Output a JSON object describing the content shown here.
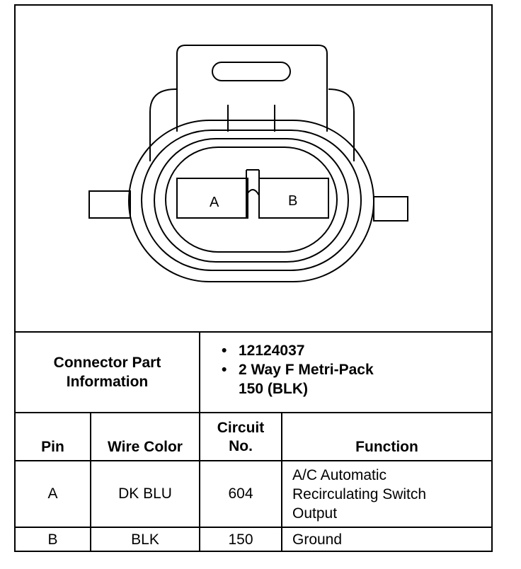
{
  "diagram": {
    "pin_labels": [
      "A",
      "B"
    ]
  },
  "connector_info": {
    "label_line1": "Connector Part",
    "label_line2": "Information",
    "items": [
      {
        "text": "12124037"
      },
      {
        "text": "2 Way F Metri-Pack",
        "text2": "150 (BLK)"
      }
    ]
  },
  "table": {
    "headers": {
      "pin": "Pin",
      "wire_color": "Wire Color",
      "circuit_line1": "Circuit",
      "circuit_line2": "No.",
      "function": "Function"
    },
    "rows": [
      {
        "pin": "A",
        "wire_color": "DK BLU",
        "circuit": "604",
        "function_lines": [
          "A/C Automatic",
          "Recirculating Switch",
          "Output"
        ]
      },
      {
        "pin": "B",
        "wire_color": "BLK",
        "circuit": "150",
        "function_lines": [
          "Ground"
        ]
      }
    ]
  }
}
